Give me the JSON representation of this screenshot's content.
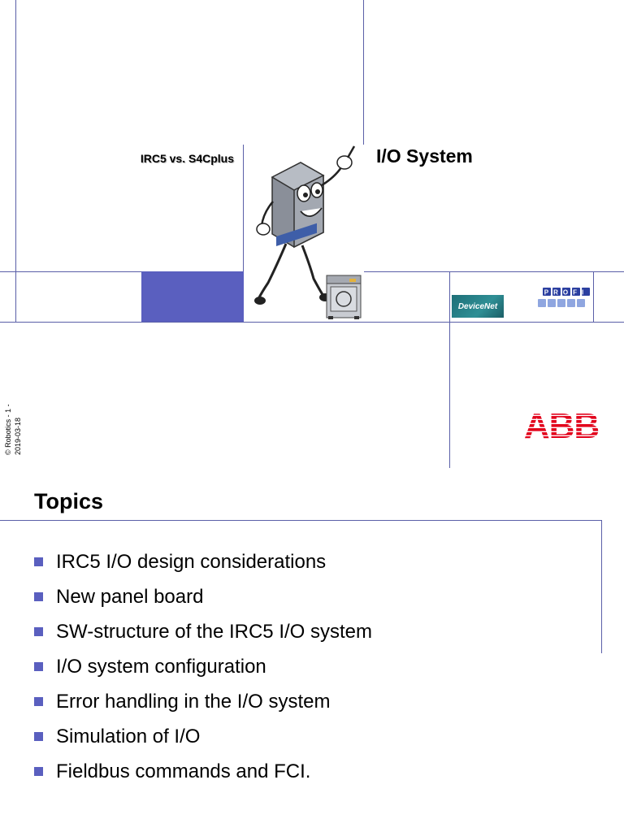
{
  "header": {
    "subtitle": "IRC5 vs. S4Cplus",
    "title": "I/O System"
  },
  "logos": {
    "devicenet_text": "DeviceNet",
    "profibus_text": "PROFI",
    "abb_text": "ABB"
  },
  "footer_side": {
    "line1": "© Robotics - 1 -",
    "line2": "2019-03-18"
  },
  "topics": {
    "heading": "Topics",
    "items": [
      "IRC5 I/O design considerations",
      "New panel board",
      "SW-structure of the IRC5 I/O system",
      "I/O system configuration",
      "Error handling in the I/O system",
      "Simulation of I/O",
      "Fieldbus commands and FCI."
    ]
  },
  "colors": {
    "accent_blue": "#5a5fbf",
    "line_blue": "#5a5fa8",
    "abb_red": "#e2001a"
  }
}
